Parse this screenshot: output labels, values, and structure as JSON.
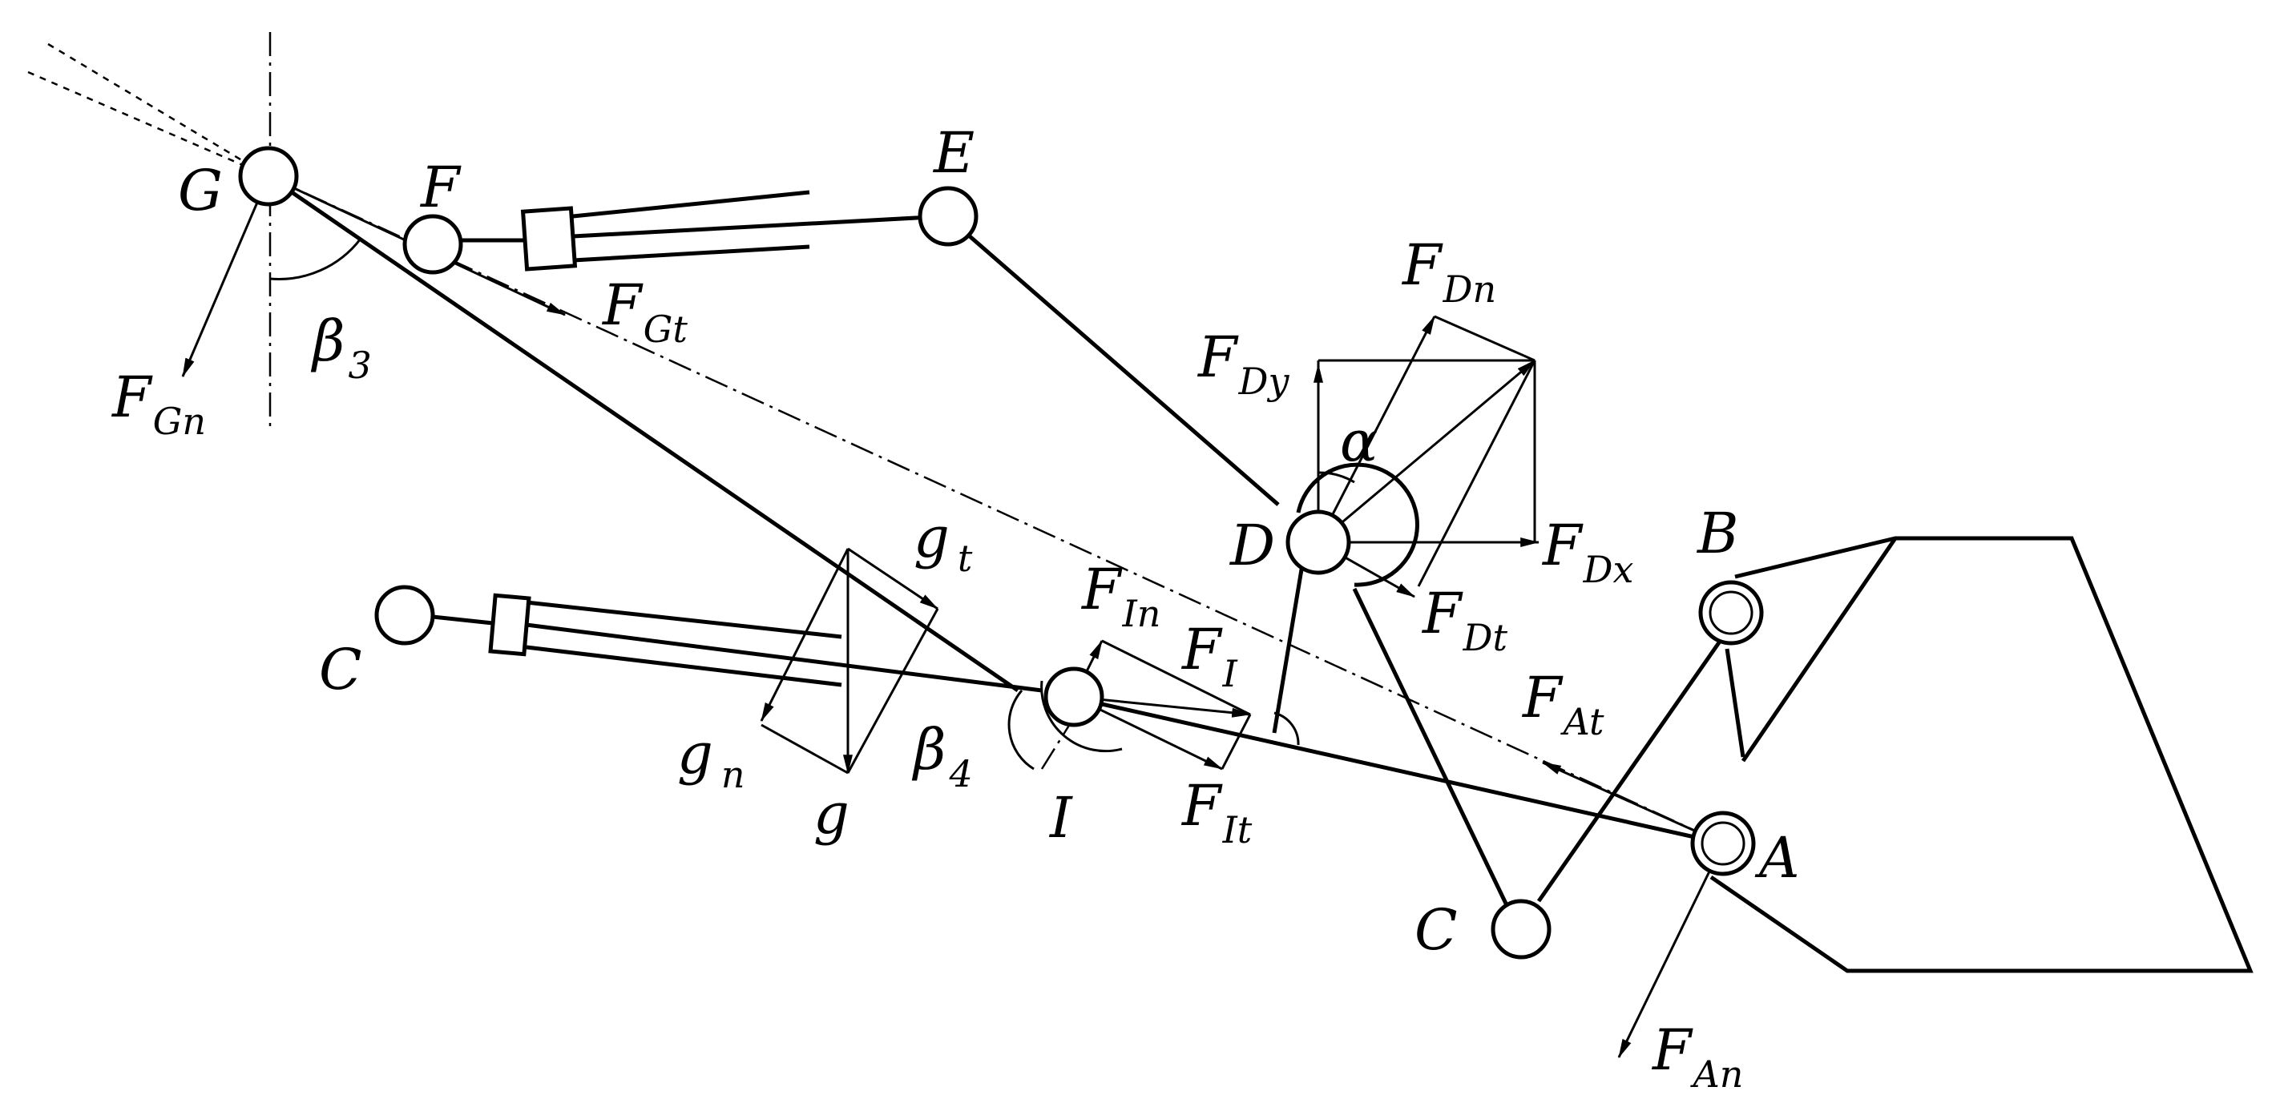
{
  "figure": {
    "labels": {
      "G": "G",
      "F": "F",
      "E": "E",
      "D": "D",
      "B": "B",
      "A": "A",
      "C_left": "C",
      "C_bottom": "C",
      "I": "I",
      "g": "g",
      "gt": {
        "main": "g",
        "sub": "t"
      },
      "gn": {
        "main": "g",
        "sub": "n"
      },
      "beta3": {
        "main": "β",
        "sub": "3"
      },
      "beta4": {
        "main": "β",
        "sub": "4"
      },
      "alpha": "α",
      "FGn": {
        "main": "F",
        "sub": "Gn"
      },
      "FGt": {
        "main": "F",
        "sub": "Gt"
      },
      "FDn": {
        "main": "F",
        "sub": "Dn"
      },
      "FDy": {
        "main": "F",
        "sub": "Dy"
      },
      "FDx": {
        "main": "F",
        "sub": "Dx"
      },
      "FDt": {
        "main": "F",
        "sub": "Dt"
      },
      "FIn": {
        "main": "F",
        "sub": "In"
      },
      "FI": {
        "main": "F",
        "sub": "I"
      },
      "FIt": {
        "main": "F",
        "sub": "It"
      },
      "FAt": {
        "main": "F",
        "sub": "At"
      },
      "FAn": {
        "main": "F",
        "sub": "An"
      }
    },
    "colors": {
      "line": "#000000",
      "background": "#ffffff"
    }
  }
}
